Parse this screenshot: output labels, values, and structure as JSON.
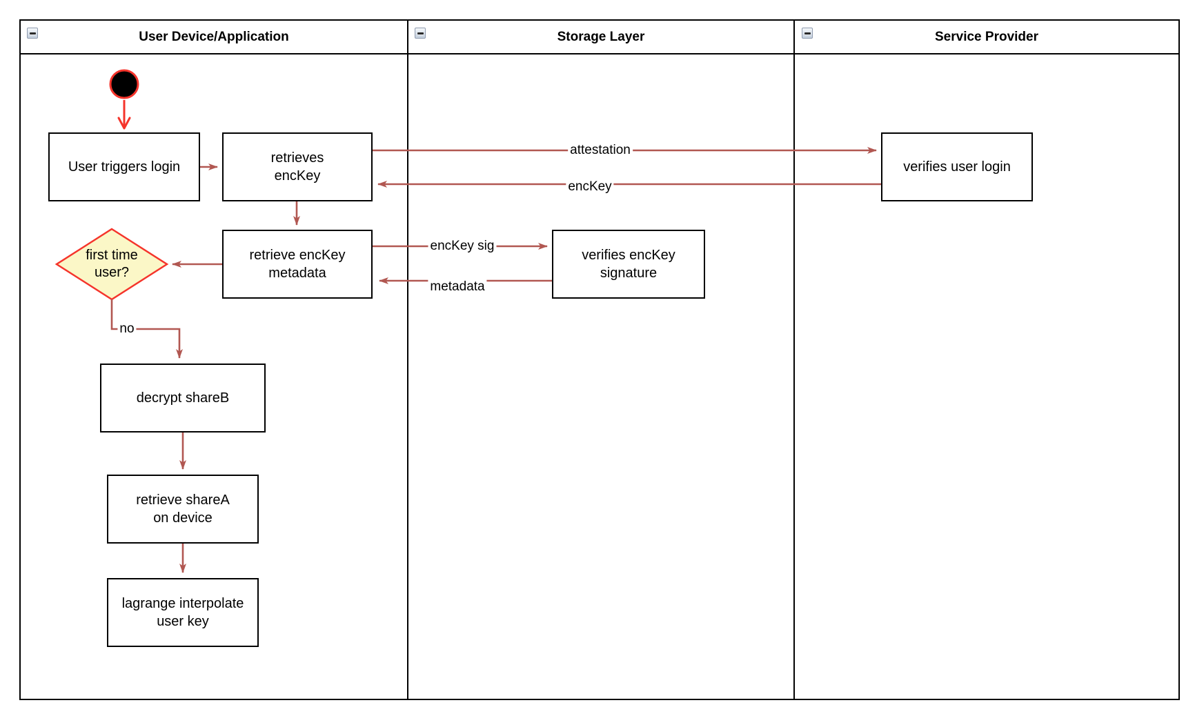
{
  "diagram": {
    "lanes": [
      {
        "title": "User Device/Application"
      },
      {
        "title": "Storage Layer"
      },
      {
        "title": "Service Provider"
      }
    ],
    "icons": {
      "collapse": "minus"
    },
    "nodes": {
      "start": {
        "type": "initial-node"
      },
      "user_triggers_login": {
        "label": "User triggers login"
      },
      "retrieves_enckey": {
        "label": "retrieves\nencKey"
      },
      "retrieve_enckey_metadata": {
        "label": "retrieve encKey\nmetadata"
      },
      "first_time_user": {
        "label": "first time\nuser?"
      },
      "decrypt_shareb": {
        "label": "decrypt shareB"
      },
      "retrieve_sharea": {
        "label": "retrieve shareA\non device"
      },
      "lagrange_interpolate": {
        "label": "lagrange interpolate\nuser key"
      },
      "verifies_enckey_signature": {
        "label": "verifies encKey\nsignature"
      },
      "verifies_user_login": {
        "label": "verifies user login"
      }
    },
    "edge_labels": {
      "attestation": "attestation",
      "enckey": "encKey",
      "enckey_sig": "encKey sig",
      "metadata": "metadata",
      "no": "no"
    },
    "colors": {
      "edge_stroke": "#B15751",
      "accent_red": "#F5342B",
      "decision_fill": "#FBF7C7",
      "node_fill": "#FFFFFF",
      "node_border": "#000000"
    }
  }
}
